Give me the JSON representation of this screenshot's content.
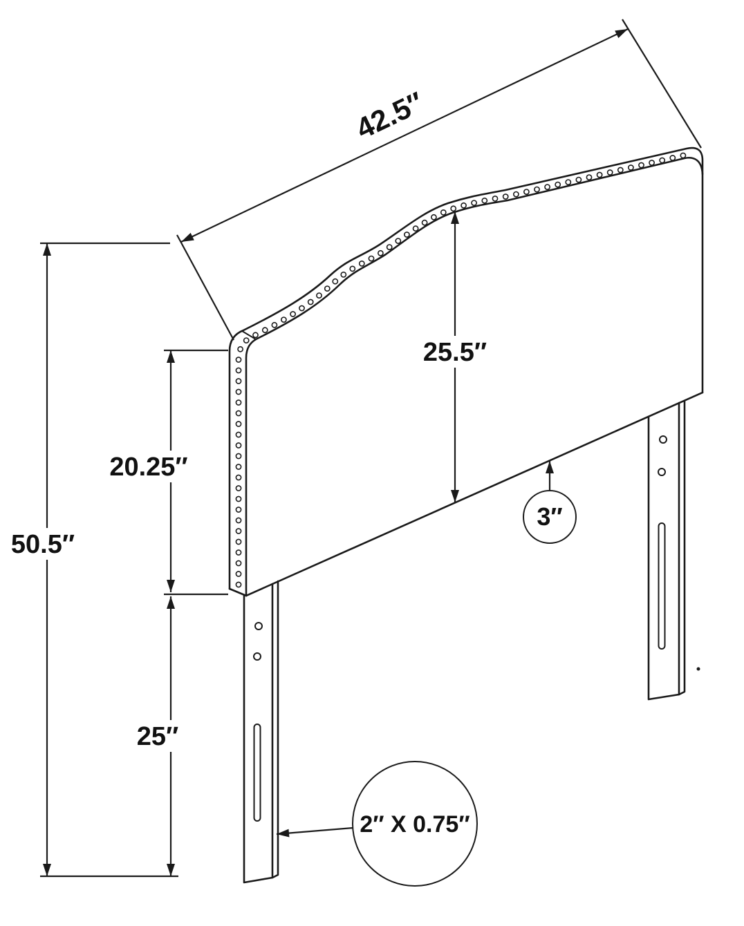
{
  "diagram": {
    "background": "#ffffff",
    "line_color": "#1a1a1a",
    "labels": {
      "overall_width": "42.5″",
      "overall_height": "50.5″",
      "panel_height": "20.25″",
      "center_height": "25.5″",
      "leg_height": "25″",
      "thickness": "3″",
      "leg_cross_section": "2″ X 0.75″"
    }
  }
}
